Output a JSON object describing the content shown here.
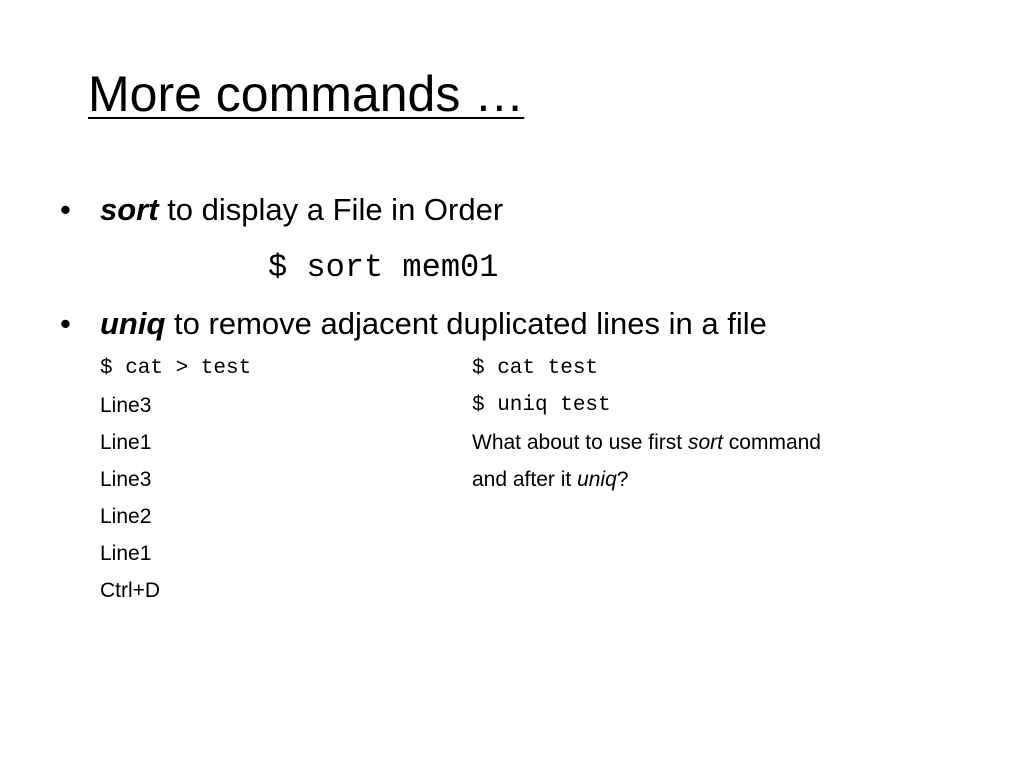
{
  "slide": {
    "title": "More commands …"
  },
  "bullets": [
    {
      "marker": "•",
      "command": "sort",
      "text": " to display a File in Order"
    },
    {
      "marker": "•",
      "command": "uniq",
      "text": " to remove adjacent duplicated lines in a file"
    }
  ],
  "sort_example": "$ sort mem01",
  "uniq_example": {
    "left": [
      "$ cat > test",
      "Line3",
      "Line1",
      "Line3",
      "Line2",
      "Line1",
      "Ctrl+D"
    ],
    "right": {
      "line1": "$ cat test",
      "line2": "$ uniq test",
      "question1_pre": "What about to use first ",
      "question1_em": "sort",
      "question1_post": " command",
      "question2_pre": "and after it ",
      "question2_em": "uniq",
      "question2_post": "?"
    }
  }
}
